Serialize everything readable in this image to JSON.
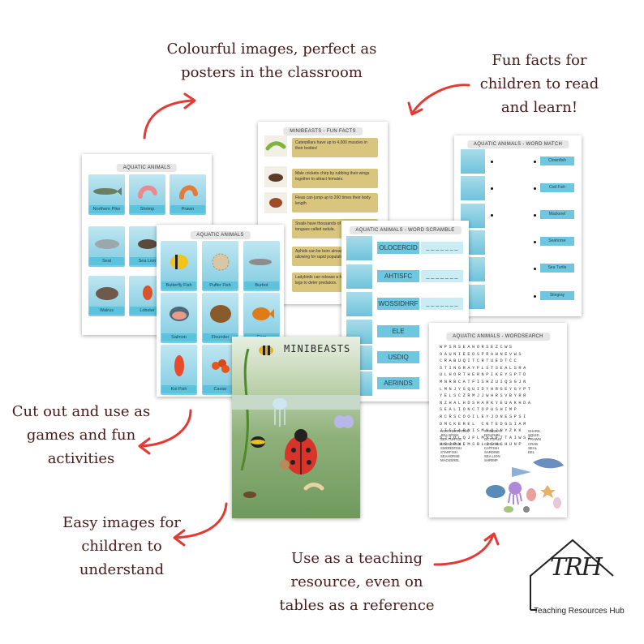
{
  "callouts": {
    "top_center": [
      "Colourful images, perfect as",
      "posters in the classroom"
    ],
    "top_right": [
      "Fun facts for",
      "children to read",
      "and learn!"
    ],
    "mid_left": [
      "Cut out and use as",
      "games and fun",
      "activities"
    ],
    "bottom_left": [
      "Easy images for",
      "children to",
      "understand"
    ],
    "bottom_center": [
      "Use as a teaching",
      "resource, even on",
      "tables as a reference"
    ]
  },
  "sheets": {
    "aquatic_back": {
      "title": "AQUATIC ANIMALS",
      "cards": [
        "Northern Pike",
        "Shrimp",
        "Prawn",
        "Seal",
        "Sea Lion",
        "",
        "Walrus",
        "Lobster",
        ""
      ]
    },
    "aquatic_front": {
      "title": "AQUATIC ANIMALS",
      "cards": [
        "Butterfly Fish",
        "Puffer Fish",
        "Burbot",
        "Salmon",
        "Flounder",
        "Carp",
        "Koi Fish",
        "Caviar",
        ""
      ]
    },
    "fun_facts": {
      "title": "MINIBEASTS - FUN FACTS",
      "facts": [
        "Caterpillars have up to 4,000 muscles in their bodies!",
        "Male crickets chirp by rubbing their wings together to attract females.",
        "Fleas can jump up to 200 times their body length.",
        "Snails have thousands of teeth on their tongues called radula.",
        "Aphids can be born already pregnant, allowing for rapid population growth.",
        "Ladybirds can release a foul fluid from their legs to deter predators."
      ]
    },
    "word_match": {
      "title": "AQUATIC ANIMALS - WORD MATCH",
      "names": [
        "Clownfish",
        "Cod Fish",
        "Mackerel",
        "Seahorse",
        "Sea Turtle",
        "Stingray"
      ]
    },
    "word_scramble": {
      "title": "AQUATIC ANIMALS - WORD SCRAMBLE",
      "words": [
        "OLOCERCID",
        "AHTISFC",
        "WOSSIDHRF",
        "ELE",
        "USDIQ",
        "AERINDS"
      ],
      "blank": "_ _ _ _ _ _ _"
    },
    "cover": {
      "title": "MINIBEASTS"
    },
    "wordsearch": {
      "title": "AQUATIC ANIMALS - WORDSEARCH",
      "grid": [
        "WPSRSEAHORSEZCWS",
        "OAUNIEEDSPRAWNEVWS",
        "CRABUQITCRTUEDTCC",
        "STINGRAYFLSTSEALSRA",
        "ULHORTHERNPIKEYSPTD",
        "MNRBCATFISHZUIQSGJN",
        "LMNJYSQUIDYHRGEYGYPT",
        "YELSCZRMJJWHRSVBYRR",
        "NZHALHDSHARKYEUAKHDA",
        "SEALIONCTOPUSHIMP",
        "RCRSCOOILEYJONESPSI",
        "DMCKEREL CNTEDGSIAM",
        "JISIARNISMUQJNYZKK",
        "SJIOLQJFLMVSFTTAIWSZ",
        "HSJPNEMSBLJSHSHUNP"
      ],
      "words_col1": [
        "NORTHERN PIKE",
        "JELLYFISH",
        "SEA TURTLE",
        "CROCODILE",
        "SWORDFISH",
        "STARFISH",
        "SEAHORSE",
        "MACKEREL"
      ],
      "words_col2": [
        "STINGRAY",
        "DOLPHIN",
        "OCTOPUS",
        "COD FISH",
        "CATFISH",
        "SARDINE",
        "SEA LION",
        "SHRIMP"
      ],
      "words_col3": [
        "SHARK",
        "SQUID",
        "PRAWN",
        "CRAB",
        "SEAL",
        "EEL"
      ]
    }
  },
  "logo": {
    "monogram": "TRH",
    "name": "Teaching Resources Hub"
  },
  "colors": {
    "callout_text": "#4a1a1a",
    "arrow": "#e53935",
    "card_label": "#5cc3df",
    "fact_bg": "#d9c57e"
  }
}
